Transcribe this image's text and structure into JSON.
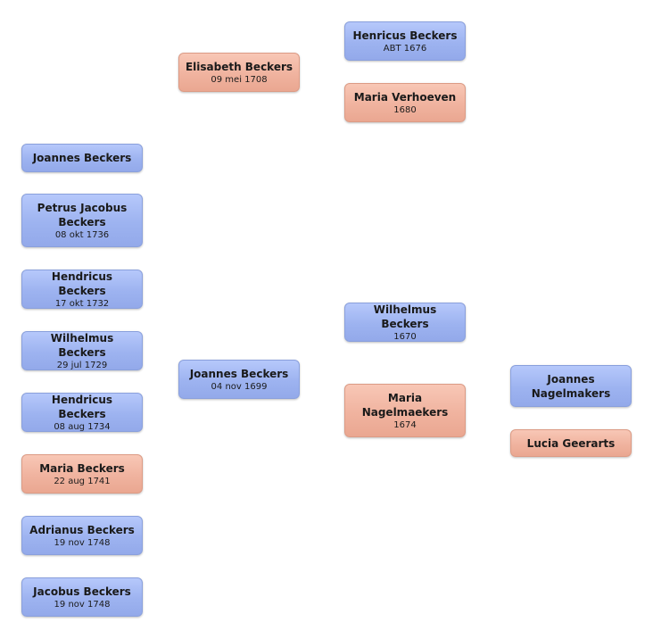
{
  "persons": {
    "henricus": {
      "name": "Henricus Beckers",
      "date": "ABT 1676"
    },
    "maria_v": {
      "name": "Maria Verhoeven",
      "date": "1680"
    },
    "elisabeth": {
      "name": "Elisabeth Beckers",
      "date": "09 mei 1708"
    },
    "joannes_c": {
      "name": "Joannes Beckers",
      "date": ""
    },
    "petrus": {
      "name": "Petrus Jacobus Beckers",
      "date": "08 okt 1736"
    },
    "hendricus1": {
      "name": "Hendricus Beckers",
      "date": "17 okt 1732"
    },
    "wilhelmus_c": {
      "name": "Wilhelmus Beckers",
      "date": "29 jul 1729"
    },
    "hendricus2": {
      "name": "Hendricus Beckers",
      "date": "08 aug 1734"
    },
    "maria_b": {
      "name": "Maria Beckers",
      "date": "22 aug 1741"
    },
    "adrianus": {
      "name": "Adrianus Beckers",
      "date": "19 nov 1748"
    },
    "jacobus": {
      "name": "Jacobus Beckers",
      "date": "19 nov 1748"
    },
    "joannes_p": {
      "name": "Joannes Beckers",
      "date": "04 nov 1699"
    },
    "wilhelmus_p": {
      "name": "Wilhelmus Beckers",
      "date": "1670"
    },
    "maria_n": {
      "name": "Maria Nagelmaekers",
      "date": "1674"
    },
    "joannes_n": {
      "name": "Joannes Nagelmakers",
      "date": ""
    },
    "lucia": {
      "name": "Lucia Geerarts",
      "date": ""
    }
  }
}
